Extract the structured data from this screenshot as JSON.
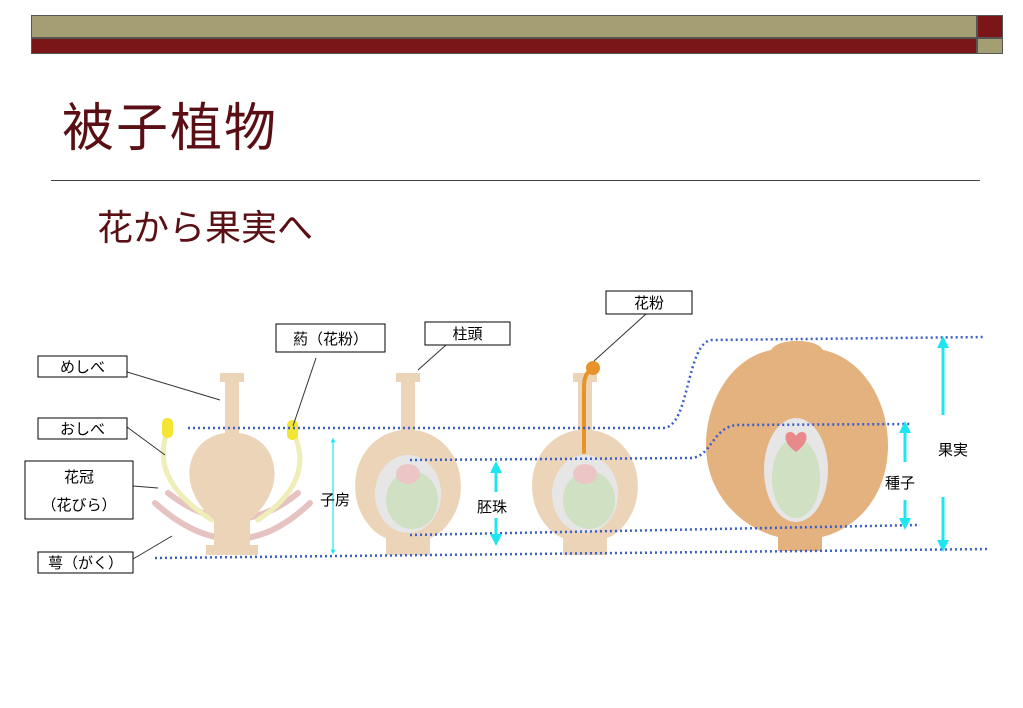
{
  "slide": {
    "title": "被子植物",
    "subtitle": "花から果実へ"
  },
  "labels": {
    "pistil": "めしべ",
    "stamen": "おしべ",
    "corolla_line1": "花冠",
    "corolla_line2": "（花びら）",
    "calyx": "萼（がく）",
    "anther": "葯（花粉）",
    "stigma": "柱頭",
    "pollen": "花粉",
    "ovary": "子房",
    "ovule": "胚珠",
    "seed": "種子",
    "fruit": "果実"
  },
  "colors": {
    "title": "#5a0f14",
    "flower_tissue": "#ecd4b8",
    "fruit": "#e3b27f",
    "ovule_ring": "#e6e6e6",
    "embryo_sac": "#cfe0c3",
    "pollen_tube": "#e8922a",
    "anther": "#f2e533",
    "arrow": "#1ee6f0",
    "guide_line": "#3a5fc8"
  }
}
